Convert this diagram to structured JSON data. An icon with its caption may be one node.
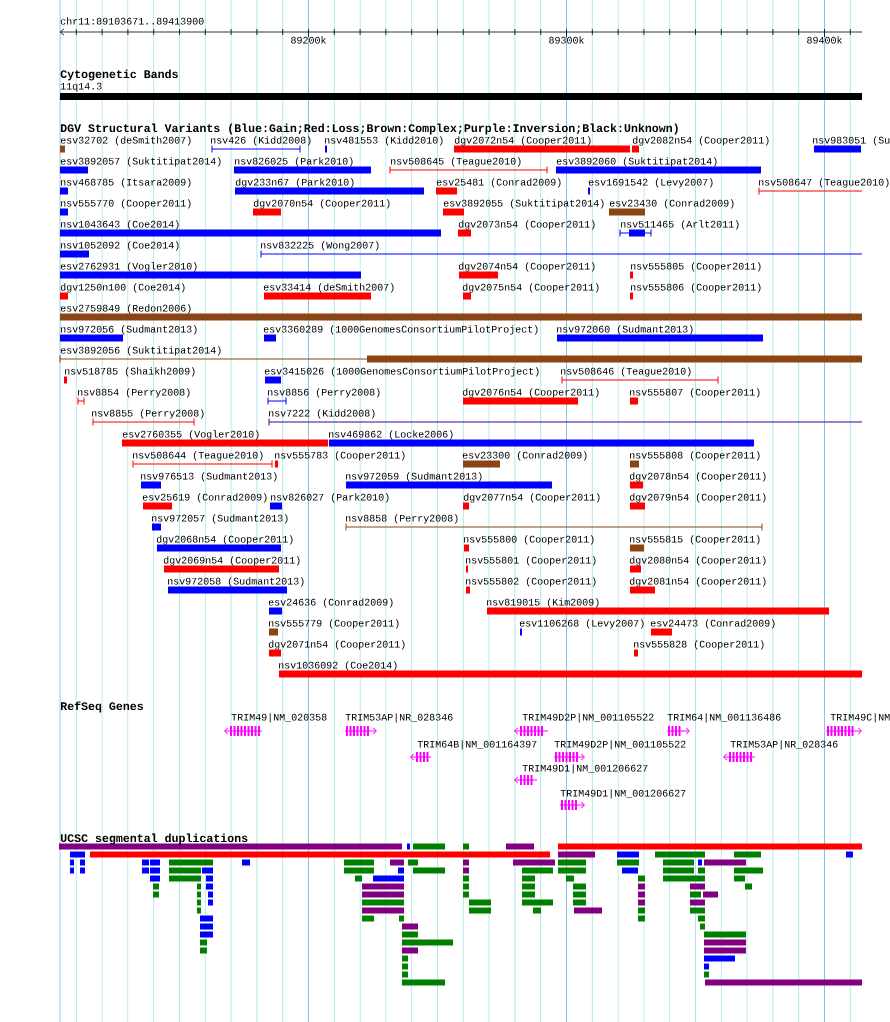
{
  "diagram": {
    "labels": [
      "chr11:89103671..89413900",
      "89200k",
      "89300k",
      "89400k",
      "Cytogenetic Bands",
      "11q14.3",
      "DGV Structural Variants (Blue:Gain;Red:Loss;Brown:Complex;Purple:Inversion;Black:Unknown)",
      "esv32702 (deSmith2007)",
      "nsv426 (Kidd2008)",
      "nsv481553 (Kidd2010)",
      "dgv2072n54 (Cooper2011)",
      "dgv2082n54 (Cooper2011)",
      "nsv983051 (Su",
      "esv3892057 (Suktitipat2014)",
      "nsv826025 (Park2010)",
      "nsv508645 (Teague2010)",
      "esv3892060 (Suktitipat2014)",
      "nsv468785 (Itsara2009)",
      "dgv233n67 (Park2010)",
      "esv25481 (Conrad2009)",
      "esv1691542 (Levy2007)",
      "nsv508647 (Teague2010)",
      "nsv555770 (Cooper2011)",
      "dgv2070n54 (Cooper2011)",
      "esv3892055 (Suktitipat2014)",
      "esv23430 (Conrad2009)",
      "nsv1043643 (Coe2014)",
      "dgv2073n54 (Cooper2011)",
      "nsv511465 (Arlt2011)",
      "nsv1052092 (Coe2014)",
      "nsv832225 (Wong2007)",
      "esv2762931 (Vogler2010)",
      "dgv2074n54 (Cooper2011)",
      "nsv555805 (Cooper2011)",
      "dgv1250n100 (Coe2014)",
      "esv33414 (deSmith2007)",
      "dgv2075n54 (Cooper2011)",
      "nsv555806 (Cooper2011)",
      "esv2759849 (Redon2006)",
      "nsv972056 (Sudmant2013)",
      "esv3360289 (1000GenomesConsortiumPilotProject)",
      "nsv972060 (Sudmant2013)",
      "esv3892056 (Suktitipat2014)",
      "nsv518785 (Shaikh2009)",
      "esv3415026 (1000GenomesConsortiumPilotProject)",
      "nsv508646 (Teague2010)",
      "nsv8854 (Perry2008)",
      "nsv8856 (Perry2008)",
      "dgv2076n54 (Cooper2011)",
      "nsv555807 (Cooper2011)",
      "nsv8855 (Perry2008)",
      "nsv7222 (Kidd2008)",
      "esv2760355 (Vogler2010)",
      "nsv469862 (Locke2006)",
      "nsv508644 (Teague2010)",
      "nsv555783 (Cooper2011)",
      "esv23300 (Conrad2009)",
      "nsv555808 (Cooper2011)",
      "nsv976513 (Sudmant2013)",
      "nsv972059 (Sudmant2013)",
      "dgv2078n54 (Cooper2011)",
      "esv25619 (Conrad2009)",
      "nsv826027 (Park2010)",
      "dgv2077n54 (Cooper2011)",
      "dgv2079n54 (Cooper2011)",
      "nsv972057 (Sudmant2013)",
      "nsv8858 (Perry2008)",
      "dgv2068n54 (Cooper2011)",
      "nsv555800 (Cooper2011)",
      "nsv555815 (Cooper2011)",
      "dgv2069n54 (Cooper2011)",
      "nsv555801 (Cooper2011)",
      "dgv2080n54 (Cooper2011)",
      "nsv972058 (Sudmant2013)",
      "nsv555802 (Cooper2011)",
      "dgv2081n54 (Cooper2011)",
      "esv24636 (Conrad2009)",
      "nsv819015 (Kim2009)",
      "nsv555779 (Cooper2011)",
      "esv1106268 (Levy2007)",
      "esv24473 (Conrad2009)",
      "dgv2071n54 (Cooper2011)",
      "nsv555828 (Cooper2011)",
      "nsv1036092 (Coe2014)",
      "RefSeq Genes",
      "TRIM49|NM_020358",
      "TRIM53AP|NR_028346",
      "TRIM49D2P|NM_001105522",
      "TRIM64|NM_001136486",
      "TRIM49C|NM",
      "TRIM64B|NM_001164397",
      "TRIM49D2P|NM_001105522",
      "TRIM53AP|NR_028346",
      "TRIM49D1|NM_001206627",
      "TRIM49D1|NM_001206627",
      "UCSC segmental duplications"
    ]
  }
}
